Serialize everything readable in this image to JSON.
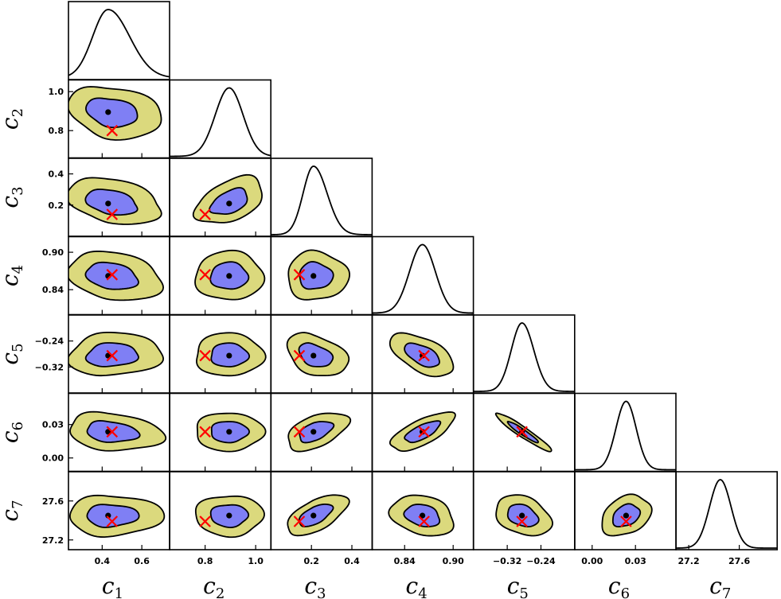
{
  "chart_data": {
    "type": "corner",
    "parameters": [
      {
        "name": "c",
        "sub": "1",
        "range": [
          0.23,
          0.74
        ],
        "ticks": [
          0.4,
          0.6
        ],
        "tick_labels": [
          "0.4",
          "0.6"
        ],
        "mean": 0.43,
        "truth": 0.45,
        "sigma": 0.085,
        "skew": 0.55
      },
      {
        "name": "c",
        "sub": "2",
        "range": [
          0.66,
          1.06
        ],
        "ticks": [
          0.8,
          1.0
        ],
        "tick_labels": [
          "0.8",
          "1.0"
        ],
        "mean": 0.895,
        "truth": 0.8,
        "sigma": 0.055,
        "skew": 0.0
      },
      {
        "name": "c",
        "sub": "3",
        "range": [
          0.0,
          0.5
        ],
        "ticks": [
          0.2,
          0.4
        ],
        "tick_labels": [
          "0.2",
          "0.4"
        ],
        "mean": 0.21,
        "truth": 0.14,
        "sigma": 0.055,
        "skew": 0.45
      },
      {
        "name": "c",
        "sub": "4",
        "range": [
          0.8,
          0.925
        ],
        "ticks": [
          0.84,
          0.9
        ],
        "tick_labels": [
          "0.84",
          "0.90"
        ],
        "mean": 0.862,
        "truth": 0.864,
        "sigma": 0.016,
        "skew": 0.0
      },
      {
        "name": "c",
        "sub": "5",
        "range": [
          -0.4,
          -0.16
        ],
        "ticks": [
          -0.32,
          -0.24
        ],
        "tick_labels": [
          "−0.32",
          "−0.24"
        ],
        "mean": -0.285,
        "truth": -0.285,
        "sigma": 0.026,
        "skew": 0.15
      },
      {
        "name": "c",
        "sub": "6",
        "range": [
          -0.012,
          0.058
        ],
        "ticks": [
          0.0,
          0.03
        ],
        "tick_labels": [
          "0.00",
          "0.03"
        ],
        "mean": 0.0235,
        "truth": 0.0235,
        "sigma": 0.007,
        "skew": 0.0
      },
      {
        "name": "c",
        "sub": "7",
        "range": [
          27.1,
          27.9
        ],
        "ticks": [
          27.2,
          27.6
        ],
        "tick_labels": [
          "27.2",
          "27.6"
        ],
        "mean": 27.45,
        "truth": 27.39,
        "sigma": 0.085,
        "skew": 0.0
      }
    ],
    "correlations": [
      [
        0,
        1,
        -0.25
      ],
      [
        0,
        2,
        -0.35
      ],
      [
        1,
        2,
        0.45
      ],
      [
        0,
        3,
        -0.25
      ],
      [
        1,
        3,
        0.0
      ],
      [
        2,
        3,
        0.0
      ],
      [
        0,
        4,
        0.1
      ],
      [
        1,
        4,
        0.0
      ],
      [
        2,
        4,
        -0.35
      ],
      [
        3,
        4,
        -0.55
      ],
      [
        0,
        5,
        -0.2
      ],
      [
        1,
        5,
        0.0
      ],
      [
        2,
        5,
        0.5
      ],
      [
        3,
        5,
        0.7
      ],
      [
        4,
        5,
        -0.95
      ],
      [
        0,
        6,
        0.0
      ],
      [
        1,
        6,
        0.0
      ],
      [
        2,
        6,
        0.6
      ],
      [
        3,
        6,
        -0.25
      ],
      [
        4,
        6,
        -0.3
      ],
      [
        5,
        6,
        0.3
      ]
    ],
    "legend": "none",
    "grid": false
  },
  "style": {
    "inner_fill": "#7f7ff4",
    "outer_fill": "#dbd97d",
    "contour_stroke": "#000000",
    "mean_marker": "#000000",
    "truth_marker": "#ff0000",
    "line_color": "#000000"
  }
}
